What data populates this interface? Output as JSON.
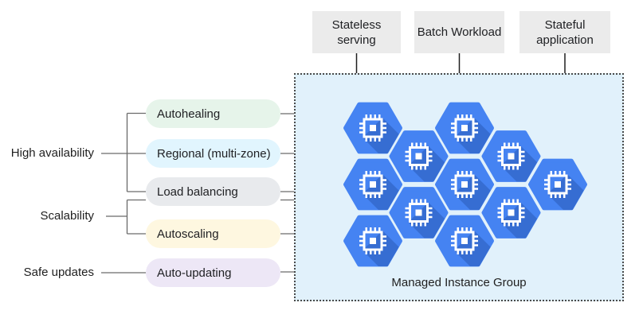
{
  "workloads": {
    "items": [
      {
        "label": "Stateless serving"
      },
      {
        "label": "Batch Workload"
      },
      {
        "label": "Stateful application"
      }
    ],
    "box_color": "#ebebeb"
  },
  "categories": {
    "items": [
      {
        "label": "High availability"
      },
      {
        "label": "Scalability"
      },
      {
        "label": "Safe updates"
      }
    ]
  },
  "features": {
    "items": [
      {
        "label": "Autohealing",
        "color": "#e6f4ea"
      },
      {
        "label": "Regional (multi-zone)",
        "color": "#e1f5fe"
      },
      {
        "label": "Load balancing",
        "color": "#e8eaed"
      },
      {
        "label": "Autoscaling",
        "color": "#fef7e0"
      },
      {
        "label": "Auto-updating",
        "color": "#ede7f6"
      }
    ]
  },
  "instance_group": {
    "label": "Managed Instance Group",
    "instance_count": 11,
    "instance_icon": "compute-engine-hexagon-chip-icon",
    "box_fill": "#e1f1fb",
    "hex_color": "#4583f2",
    "hex_shadow_color": "rgba(13,44,115,0.25)"
  }
}
